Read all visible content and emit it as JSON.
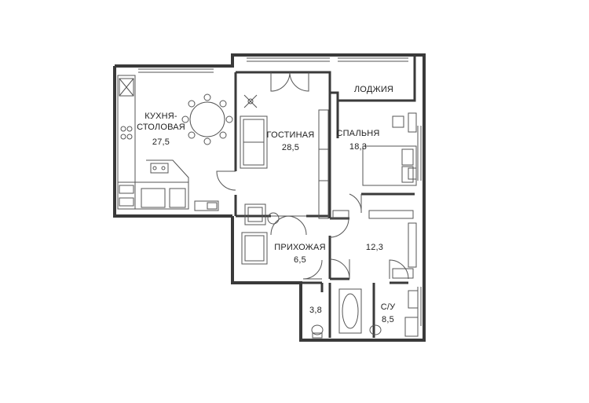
{
  "rooms": {
    "kitchen": {
      "name_line1": "КУХНЯ-",
      "name_line2": "СТОЛОВАЯ",
      "area": "27,5"
    },
    "living": {
      "name": "ГОСТИНАЯ",
      "area": "28,5"
    },
    "loggia": {
      "name": "ЛОДЖИЯ"
    },
    "bedroom": {
      "name": "СПАЛЬНЯ",
      "area": "18,3"
    },
    "hall": {
      "name": "ПРИХОЖАЯ",
      "area": "6,5"
    },
    "dressing": {
      "area": "12,3"
    },
    "wc": {
      "area": "3,8"
    },
    "bath": {
      "name": "С/У",
      "area": "8,5"
    }
  },
  "colors": {
    "wall": "#3a3a3a",
    "line": "#555555",
    "background": "#ffffff"
  }
}
